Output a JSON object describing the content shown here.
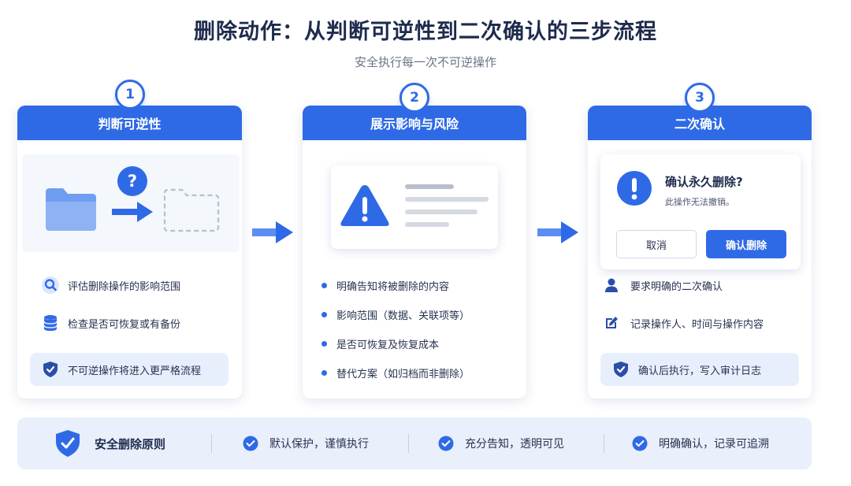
{
  "header": {
    "title": "删除动作：从判断可逆性到二次确认的三步流程",
    "subtitle": "安全执行每一次不可逆操作"
  },
  "colors": {
    "accent": "#2f6ae6",
    "background": "#ffffff",
    "panel": "#e9effb"
  },
  "steps": [
    {
      "number": "1",
      "title": "判断可逆性",
      "icons": [
        "folder-icon",
        "question-icon",
        "arrow-right-icon",
        "empty-folder-icon"
      ],
      "items": [
        {
          "icon": "search-icon",
          "text": "评估删除操作的影响范围"
        },
        {
          "icon": "database-icon",
          "text": "检查是否可恢复或有备份"
        },
        {
          "icon": "shield-icon",
          "text": "不可逆操作将进入更严格流程"
        }
      ]
    },
    {
      "number": "2",
      "title": "展示影响与风险",
      "icons": [
        "warning-icon"
      ],
      "bullets": [
        "明确告知将被删除的内容",
        "影响范围（数据、关联项等）",
        "是否可恢复及恢复成本",
        "替代方案（如归档而非删除）"
      ]
    },
    {
      "number": "3",
      "title": "二次确认",
      "dialog": {
        "title": "确认永久删除?",
        "message": "此操作无法撤销。",
        "cancel": "取消",
        "confirm": "确认删除"
      },
      "items": [
        {
          "icon": "user-icon",
          "text": "要求明确的二次确认"
        },
        {
          "icon": "edit-icon",
          "text": "记录操作人、时间与操作内容"
        },
        {
          "icon": "shield-check-icon",
          "text": "确认后执行，写入审计日志"
        }
      ]
    }
  ],
  "principles": {
    "title": "安全删除原则",
    "items": [
      "默认保护，谨慎执行",
      "充分告知，透明可见",
      "明确确认，记录可追溯"
    ]
  }
}
